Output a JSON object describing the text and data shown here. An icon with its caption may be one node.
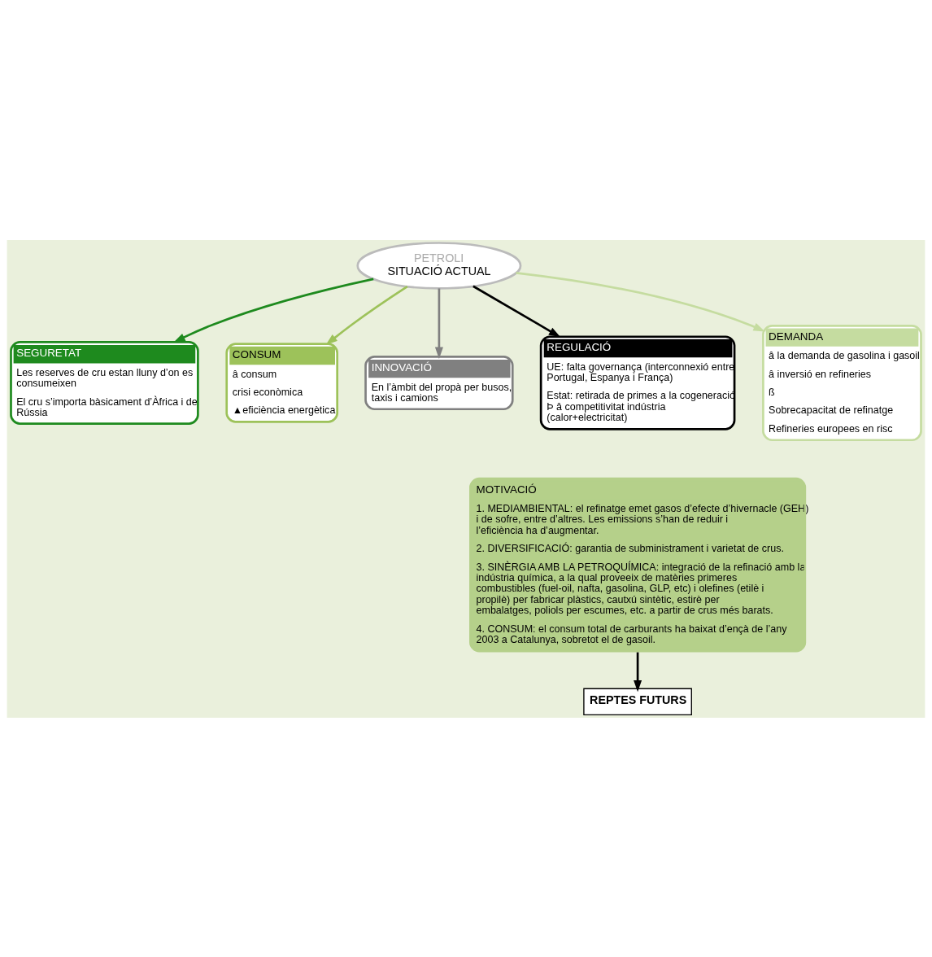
{
  "diagram": {
    "nodes": [
      {
        "text": [
          "SEGURETAT",
          "Les reserves de cru estan lluny d’on es consumeixen",
          "El cru s’importa bàsicament d’Àfrica i de Rússia"
        ]
      },
      {
        "text": [
          "CONSUM",
          "â consum",
          "crisi econòmica",
          "▲eficiència energètica"
        ]
      },
      {
        "text": [
          "PETROLI",
          "SITUACIÓ ACTUAL"
        ]
      },
      {
        "text": [
          "INNOVACIÓ",
          "En l’àmbit del propà per busos, taxis i camions"
        ]
      },
      {
        "text": [
          "REGULACIÓ",
          "UE: falta governança (interconnexió entre Portugal, Espanya i França)",
          "Estat: retirada de primes a la cogeneració Þ â competitivitat indústria (calor+electricitat)"
        ]
      },
      {
        "text": [
          "DEMANDA",
          "â la demanda de gasolina i gasoil",
          "â inversió en refineries",
          "ß",
          "Sobrecapacitat de refinatge",
          "Refineries europees en risc"
        ]
      },
      {
        "text": [
          "MOTIVACIÓ",
          "1. MEDIAMBIENTAL: el refinatge emet gasos d’efecte d’hivernacle (GEH) i de sofre, entre d’altres. Les emissions s’han de reduir i l’eficiència ha d’augmentar.",
          "2. DIVERSIFICACIÓ: garantia de subministrament i varietat de crus.",
          "3. SINÈRGIA AMB LA PETROQUÍMICA: integració de la refinació amb la indústria química, a la qual proveeix de matèries primeres combustibles (fuel-oil, nafta, gasolina, GLP, etc) i olefines (etilè i propilè) per fabricar plàstics, cautxú sintètic, estirè per embalatges, poliols per escumes, etc. a partir de crus més barats.",
          "4. CONSUM: el consum total de carburants ha baixat d’ençà de l’any 2003 a Catalunya, sobretot el de gasoil."
        ]
      },
      {
        "text": [
          "REPTES FUTURS"
        ]
      }
    ],
    "edges": [
      {
        "from": 2,
        "to": 0,
        "arrow": "to",
        "color": "#1e8a1e"
      },
      {
        "from": 2,
        "to": 1,
        "arrow": "to",
        "color": "#9dc25a"
      },
      {
        "from": 2,
        "to": 3,
        "arrow": "to",
        "color": "#808080"
      },
      {
        "from": 2,
        "to": 4,
        "arrow": "to",
        "color": "#000000"
      },
      {
        "from": 2,
        "to": 5,
        "arrow": "to",
        "color": "#c5dca0"
      },
      {
        "from": 6,
        "to": 7,
        "arrow": "to",
        "color": "#000000"
      }
    ]
  }
}
